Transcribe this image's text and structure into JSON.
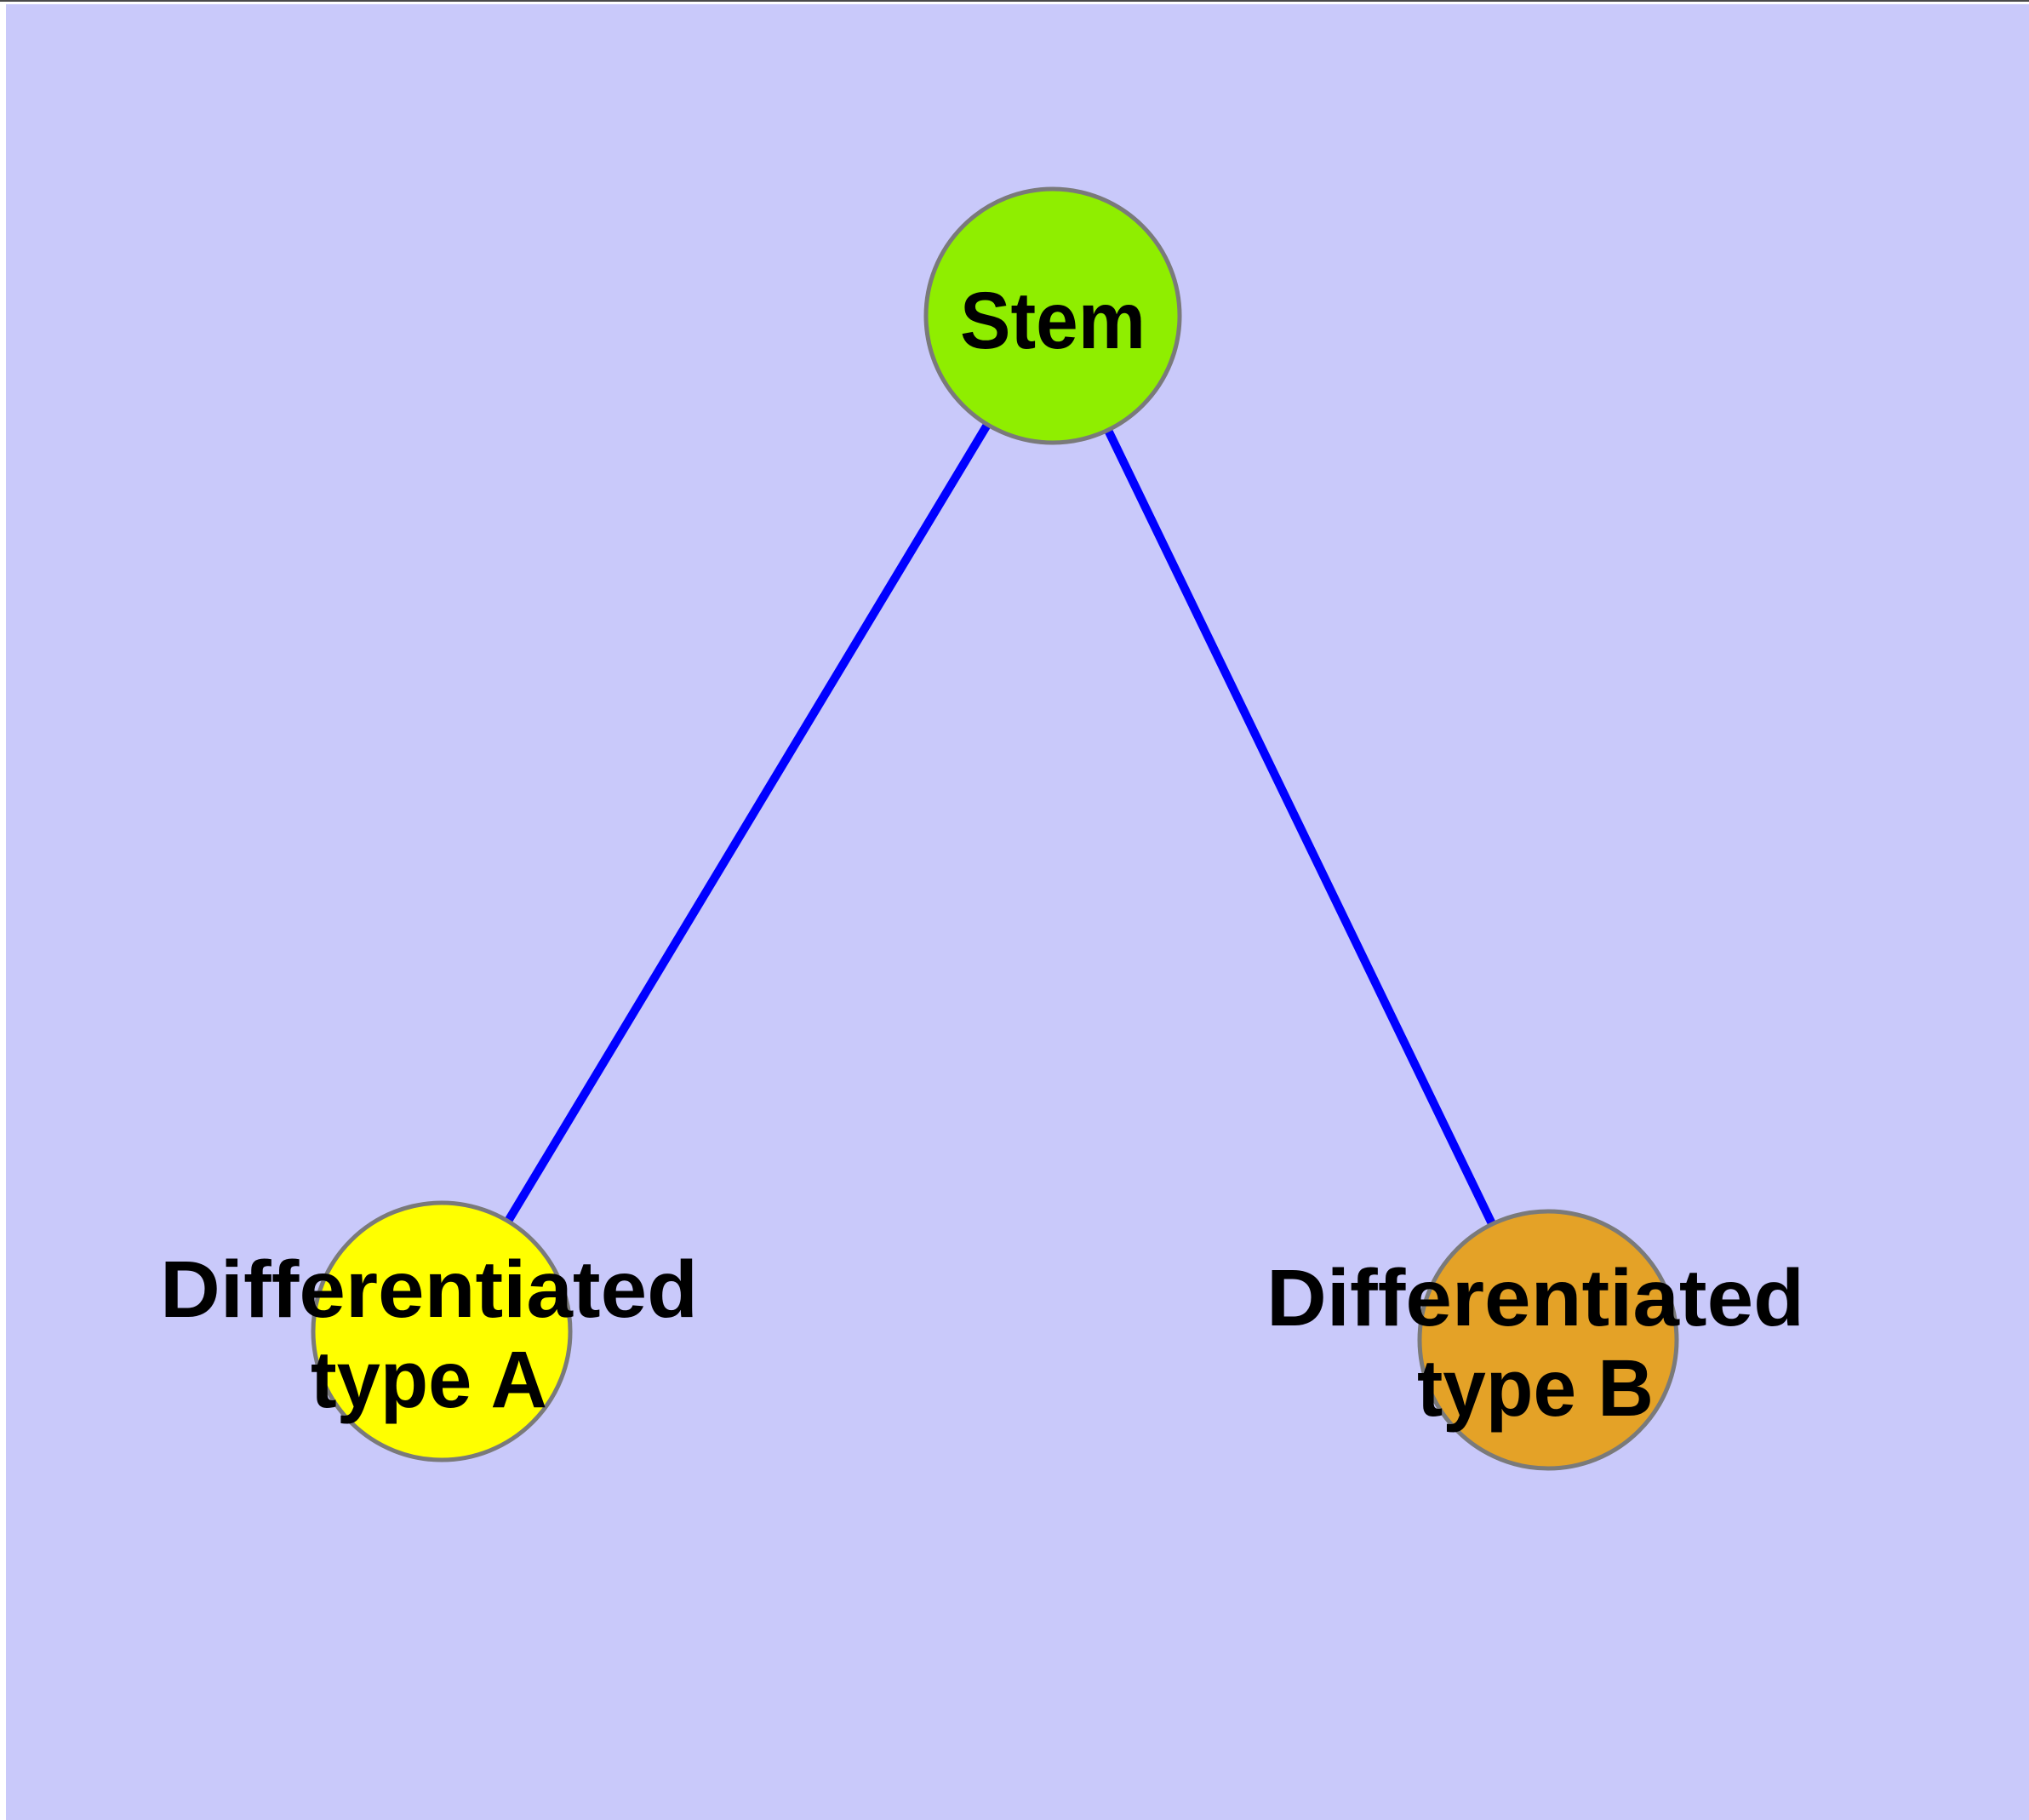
{
  "diagram": {
    "page_background": "#ffffff",
    "top_border_color": "#4a4a4a",
    "background_color": "#c9c9fa",
    "edge_color": "#0000ff",
    "node_border_color": "#7a7a7a",
    "label_color": "#000000",
    "nodes": [
      {
        "id": "stem",
        "label": "Stem",
        "fill": "#8fee00",
        "lines": [
          "Stem"
        ]
      },
      {
        "id": "diff-a",
        "label": "Differentiated type A",
        "fill": "#ffff00",
        "lines": [
          "Differentiated",
          "type A"
        ]
      },
      {
        "id": "diff-b",
        "label": "Differentiated type B",
        "fill": "#e4a227",
        "lines": [
          "Differentiated",
          "type B"
        ]
      }
    ],
    "edges": [
      {
        "from": "Stem",
        "to": "Differentiated type A"
      },
      {
        "from": "Stem",
        "to": "Differentiated type B"
      }
    ]
  }
}
